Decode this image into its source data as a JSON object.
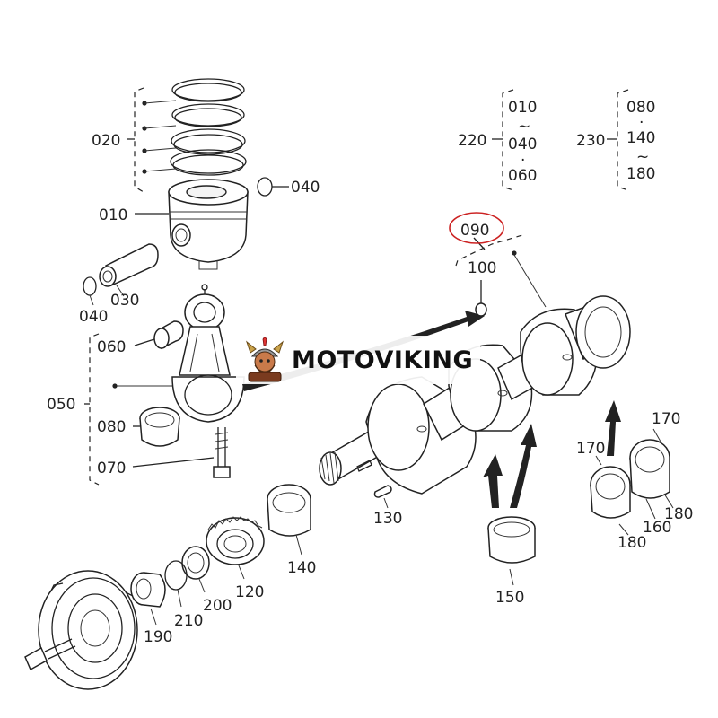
{
  "labels": {
    "p010": "010",
    "p020": "020",
    "p030": "030",
    "p040a": "040",
    "p040b": "040",
    "p050": "050",
    "p060": "060",
    "p070": "070",
    "p080": "080",
    "p090": "090",
    "p100": "100",
    "p120": "120",
    "p130": "130",
    "p140": "140",
    "p150": "150",
    "p160": "160",
    "p170a": "170",
    "p170b": "170",
    "p180a": "180",
    "p180b": "180",
    "p190": "190",
    "p200": "200",
    "p210": "210"
  },
  "legend_220": {
    "ref": "220",
    "items": [
      "010",
      "040",
      "060"
    ],
    "separators": [
      "~",
      "·"
    ]
  },
  "legend_230": {
    "ref": "230",
    "items": [
      "080",
      "140",
      "180"
    ],
    "separators": [
      "·",
      "~"
    ]
  },
  "watermark": {
    "text": "MOTOVIKING",
    "logo_icon": "viking-mascot-icon"
  },
  "colors": {
    "highlight_circle": "#cc2222",
    "line": "#222222",
    "watermark_text": "#111111"
  }
}
